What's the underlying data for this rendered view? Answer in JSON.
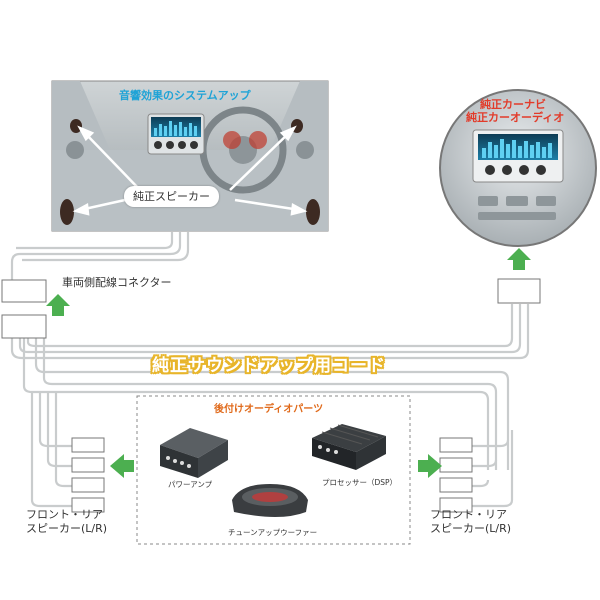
{
  "title_system_up": "音響効果のシステムアップ",
  "label_stock_speaker": "純正スピーカー",
  "label_stock_navi_line1": "純正カーナビ",
  "label_stock_navi_line2": "純正カーオーディオ",
  "label_vehicle_connector": "車両側配線コネクター",
  "banner_sound_up_cord": "純正サウンドアップ用コード",
  "aftermarket_parts_title": "後付けオーディオパーツ",
  "part_power_amp": "パワーアンプ",
  "part_processor": "プロセッサー（DSP）",
  "part_tune_up_woofer": "チューンアップウーファー",
  "left_speaker_line1": "フロント・リア",
  "left_speaker_line2": "スピーカー(L/R)",
  "right_speaker_line1": "フロント・リア",
  "right_speaker_line2": "スピーカー(L/R)",
  "colors": {
    "arrow_green": "#4caf50",
    "banner_yellow": "#e8b52a",
    "title_cyan": "#1fa3d6",
    "title_red": "#e23b2a",
    "parts_orange": "#e06a1b"
  }
}
